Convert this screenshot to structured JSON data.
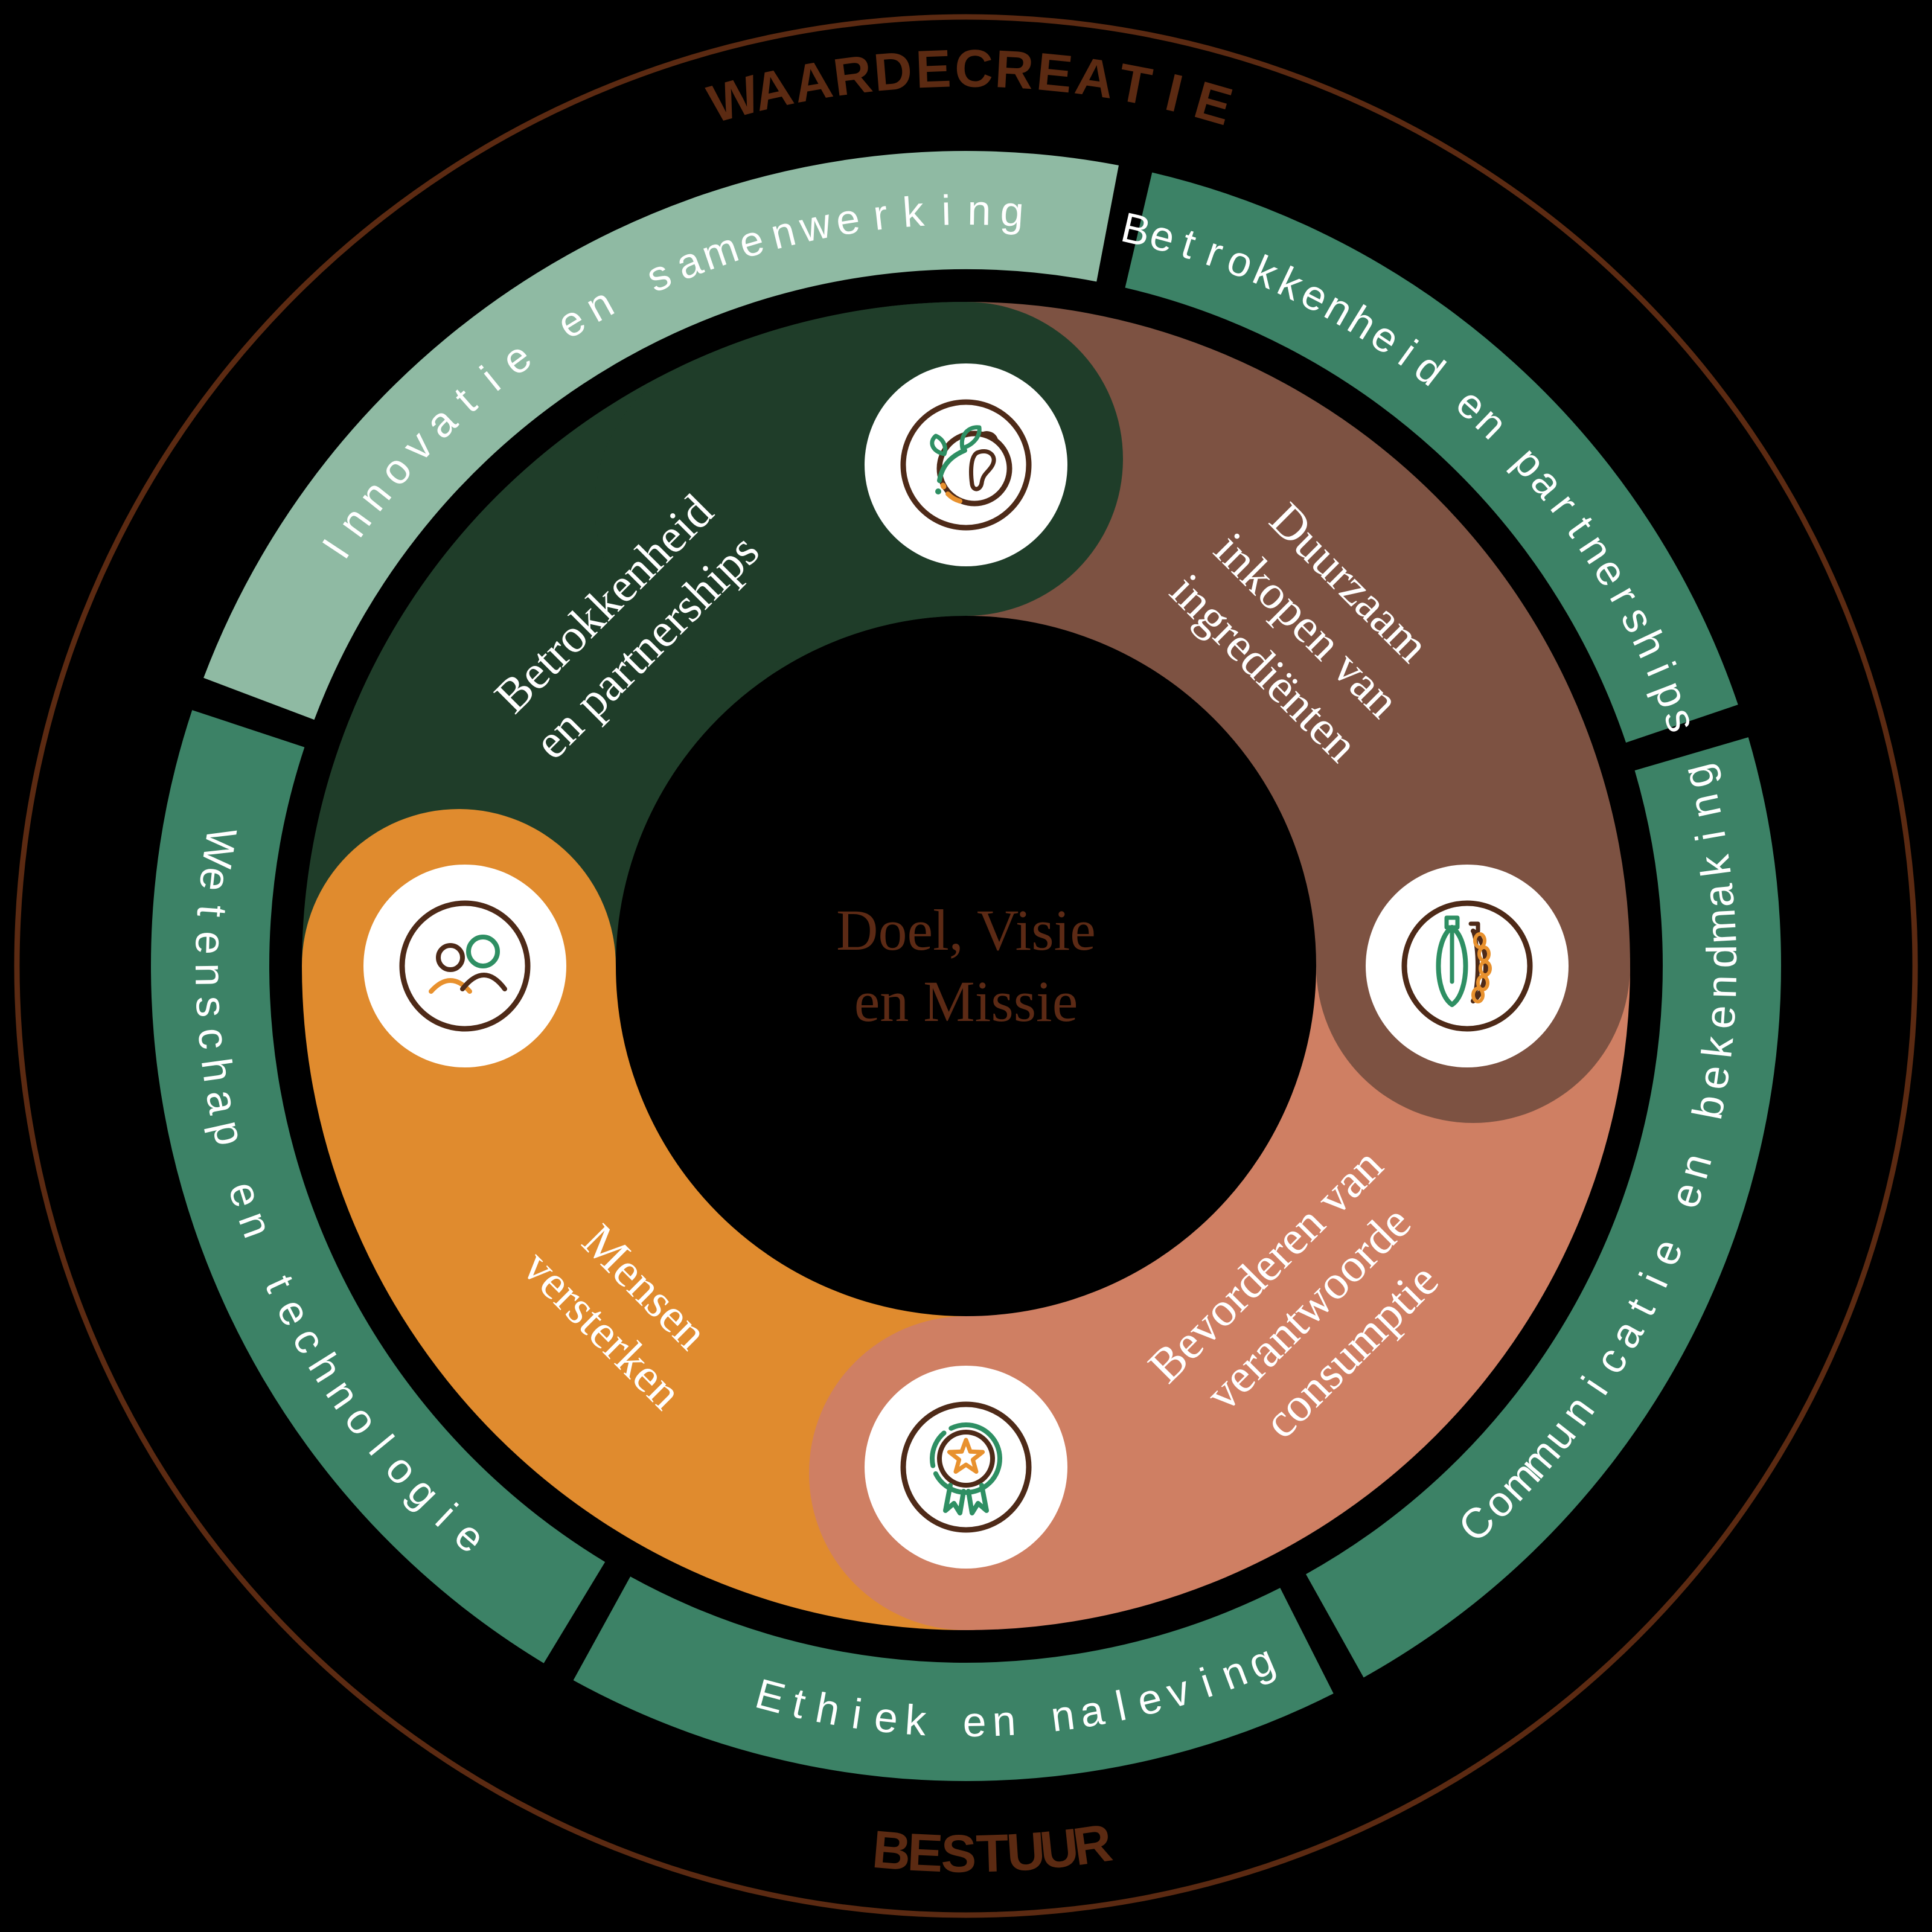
{
  "background_color": "#000000",
  "boundary_circle": {
    "color": "#5b2a12"
  },
  "arch_labels": {
    "top": "WAARDECREATIE",
    "bottom": "BESTUUR",
    "color": "#5b2a12"
  },
  "outer_ring": {
    "text_color": "#ffffff",
    "segments": [
      {
        "id": "betrokkenheid-partnerships",
        "label": "Betrokkenheid en partnerships",
        "color": "#3c8266",
        "arc_start": 13.2,
        "arc_end": 71.3,
        "label_mid": 42,
        "label_span": 58,
        "label_mode": "out"
      },
      {
        "id": "communicatie-bekendmaking",
        "label": "Communicatie en bekendmaking",
        "color": "#3c8266",
        "arc_start": 73.7,
        "arc_end": 150.8,
        "label_mid": 106.5,
        "label_span": 62,
        "label_mode": "in"
      },
      {
        "id": "ethiek-naleving",
        "label": "Ethiek en naleving",
        "color": "#3c8266",
        "arc_start": 153.2,
        "arc_end": 208.8,
        "label_mid": 176,
        "label_span": 38,
        "label_mode": "in"
      },
      {
        "id": "wetenschap-technologie",
        "label": "Wetenschap en technologie",
        "color": "#3c8266",
        "arc_start": 211.2,
        "arc_end": 288.3,
        "label_mid": 250,
        "label_span": 58,
        "label_mode": "in"
      },
      {
        "id": "innovatie-samenwerking",
        "label": "Innovatie en samenwerking",
        "color": "#8fbaa3",
        "arc_start": 290.7,
        "arc_end": 370.8,
        "label_mid": 333.5,
        "label_span": 60,
        "label_mode": "out"
      }
    ]
  },
  "donut": {
    "text_color": "#ffffff",
    "segments": [
      {
        "id": "betrokkenheid-en-partnerships",
        "label_lines": [
          "Betrokkenheid",
          "en partnerships"
        ],
        "color": "#1f3d29",
        "arc_start": 270,
        "arc_end": 360,
        "label_rotation": -45
      },
      {
        "id": "duurzaam-inkopen-van-ingredienten",
        "label_lines": [
          "Duurzaam",
          "inkopen van",
          "ingrediënten"
        ],
        "color": "#7d5242",
        "arc_start": 0,
        "arc_end": 90,
        "label_rotation": 45
      },
      {
        "id": "bevorderen-van-verantwoorde-consumptie",
        "label_lines": [
          "Bevorderen van",
          "verantwoorde",
          "consumptie"
        ],
        "color": "#cf7f63",
        "arc_start": 90,
        "arc_end": 180,
        "label_rotation": -45
      },
      {
        "id": "mensen-versterken",
        "label_lines": [
          "Mensen",
          "versterken"
        ],
        "color": "#e08b2e",
        "arc_start": 180,
        "arc_end": 270,
        "label_rotation": 45
      }
    ]
  },
  "center": {
    "lines": [
      "Doel, Visie",
      "en Missie"
    ],
    "color": "#5c2a15"
  },
  "icons": [
    {
      "name": "globe-sprout-icon",
      "position": "top"
    },
    {
      "name": "cacao-pod-icon",
      "position": "right"
    },
    {
      "name": "award-ribbon-icon",
      "position": "bottom"
    },
    {
      "name": "people-icon",
      "position": "left"
    }
  ],
  "icon_palette": {
    "circle_fill": "#ffffff",
    "brown": "#4e2a18",
    "green": "#2e8f63",
    "orange": "#e8912e"
  }
}
